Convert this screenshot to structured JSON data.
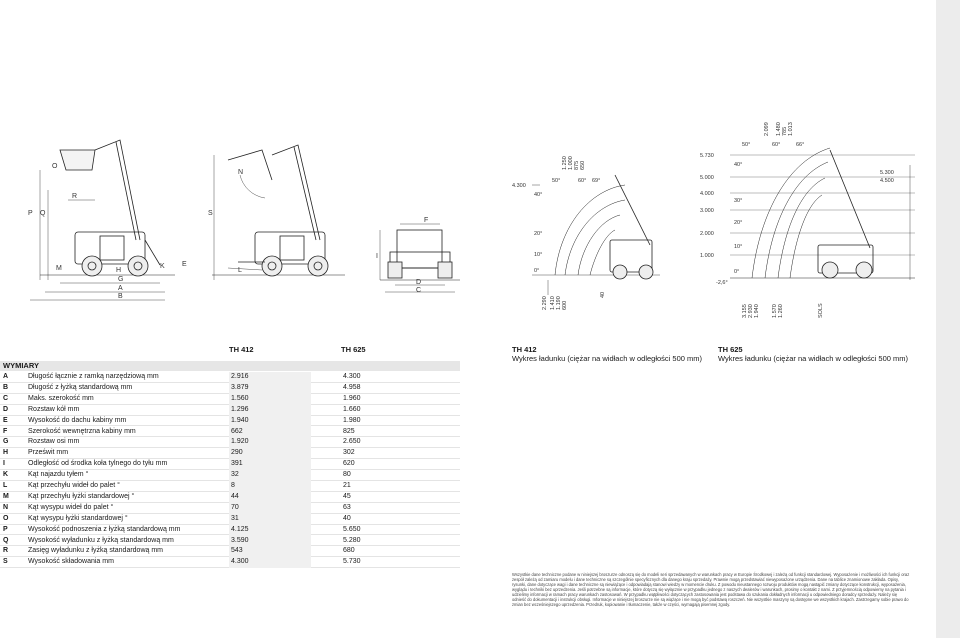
{
  "columns": {
    "th412": "TH 412",
    "th625": "TH 625",
    "chart412_title": "TH 412",
    "chart412_sub": "Wykres ładunku (ciężar na widłach w odległości 500 mm)",
    "chart625_title": "TH 625",
    "chart625_sub": "Wykres ładunku (ciężar na widłach w odległości 500 mm)"
  },
  "specs": {
    "title": "WYMIARY",
    "rows": [
      {
        "key": "A",
        "label": "Długość łącznie z ramką narzędziową mm",
        "v412": "2.916",
        "v625": "4.300"
      },
      {
        "key": "B",
        "label": "Długość z łyżką standardową mm",
        "v412": "3.879",
        "v625": "4.958"
      },
      {
        "key": "C",
        "label": "Maks. szerokość mm",
        "v412": "1.560",
        "v625": "1.960"
      },
      {
        "key": "D",
        "label": "Rozstaw kół mm",
        "v412": "1.296",
        "v625": "1.660"
      },
      {
        "key": "E",
        "label": "Wysokość do dachu kabiny mm",
        "v412": "1.940",
        "v625": "1.980"
      },
      {
        "key": "F",
        "label": "Szerokość wewnętrzna kabiny mm",
        "v412": "662",
        "v625": "825"
      },
      {
        "key": "G",
        "label": "Rozstaw osi mm",
        "v412": "1.920",
        "v625": "2.650"
      },
      {
        "key": "H",
        "label": "Prześwit mm",
        "v412": "290",
        "v625": "302"
      },
      {
        "key": "I",
        "label": "Odległość od środka koła tylnego do tyłu mm",
        "v412": "391",
        "v625": "620"
      },
      {
        "key": "K",
        "label": "Kąt najazdu tyłem °",
        "v412": "32",
        "v625": "80"
      },
      {
        "key": "L",
        "label": "Kąt przechyłu wideł do palet °",
        "v412": "8",
        "v625": "21"
      },
      {
        "key": "M",
        "label": "Kąt przechyłu łyżki standardowej °",
        "v412": "44",
        "v625": "45"
      },
      {
        "key": "N",
        "label": "Kąt wysypu wideł do palet °",
        "v412": "70",
        "v625": "63"
      },
      {
        "key": "O",
        "label": "Kąt wysypu łyżki standardowej °",
        "v412": "31",
        "v625": "40"
      },
      {
        "key": "P",
        "label": "Wysokość podnoszenia z łyżką standardową mm",
        "v412": "4.125",
        "v625": "5.650"
      },
      {
        "key": "Q",
        "label": "Wysokość wyładunku z łyżką standardową mm",
        "v412": "3.590",
        "v625": "5.280"
      },
      {
        "key": "R",
        "label": "Zasięg wyładunku z łyżką standardową mm",
        "v412": "543",
        "v625": "680"
      },
      {
        "key": "S",
        "label": "Wysokość składowania mm",
        "v412": "4.300",
        "v625": "5.730"
      }
    ]
  },
  "diagram": {
    "labels": [
      "O",
      "N",
      "P",
      "Q",
      "R",
      "S",
      "M",
      "H",
      "K",
      "E",
      "L",
      "G",
      "A",
      "B",
      "I",
      "D",
      "C",
      "F"
    ]
  },
  "chart412": {
    "heights": [
      "4.300"
    ],
    "angles": [
      "40°",
      "50°",
      "60°",
      "69°",
      "20°",
      "10°",
      "0°",
      "-"
    ],
    "caps": [
      "1.250",
      "1.000",
      "875",
      "650"
    ],
    "bottom": [
      "2.290",
      "1.410",
      "1.190",
      "600",
      "40"
    ]
  },
  "chart625": {
    "heights": [
      "5.730",
      "5.000",
      "4.000",
      "3.000",
      "2.000",
      "1.000",
      "5.300",
      "4.500"
    ],
    "angles": [
      "40°",
      "30°",
      "20°",
      "10°",
      "0°",
      "-2,6°",
      "50°",
      "60°",
      "66°"
    ],
    "top": [
      "2.099",
      "1.480",
      "785",
      "1.013"
    ],
    "bottom": [
      "3.155",
      "2.930",
      "1.940",
      "1.570",
      "1.260",
      "SOLS"
    ]
  },
  "disclaimer": "Wszystkie dane techniczne podane w niniejszej broszurze odnoszą się do modeli seri sprzedawanych w warunkach pracy w Europie Środkowej i zależą od funkcji standardowej. Wyposażenie i możliwości ich funkcji oraz zespół zależą od zamiaru modelu i dane techniczne są szczególnie specyficznych dla danego kraju sprzedaży. Prawnie mogą przedstawiać niewyposażone urządzenia. Dane na tablice znamionowe zakłada. Opisy, rysunki, dane dotyczące wagi i dane techniczne są niewiążące i odpowiadają stanowi wiedzy w momencie druku. Z powodu nieustannego rozwoju produktów mogą nastąpić zmiany dotyczące konstrukcji, wyposażenia, wyglądu i techniki bez uprzedzenia. Jeśli potrzebne są informacje, które dotyczą się wyłącznie w przypadku jednego z naszych dealerów i warunkach, prosimy o kontakt z nami. Z przyjemnością odpowiemy na pytania i udzielimy informacji w ramach pracy warunkach zastosowań. W przypadku wątpliwości dotyczących zastosowania jest podstawa do szukania dokładnych informacji u odpowiedniego doradcy sprzedaży. Należy się odnieść do dokumentacji i instrukcji obsługi. Informacje w niniejszej broszurze nie są wiążące i nie mogą być podstawą roszczeń. Nie wszystkie maszyny są dostępne we wszystkich krajach. Zastrzegamy sobie prawo do zmian bez wcześniejszego uprzedzenia. Przedruk, kopiowanie i tłumaczenie, także w części, wymagają pisemnej zgody."
}
